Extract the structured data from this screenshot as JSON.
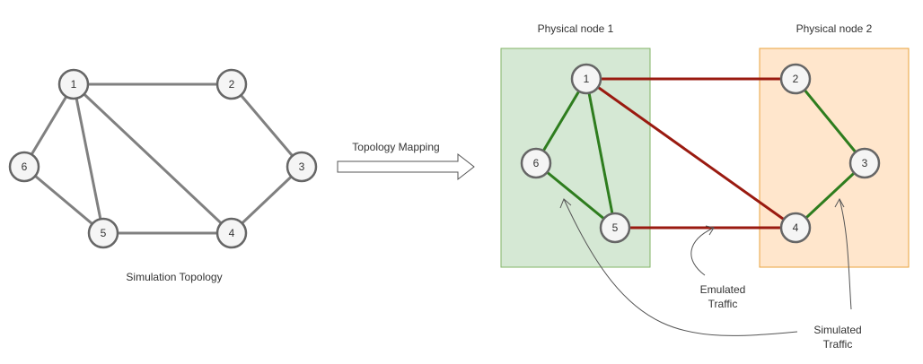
{
  "left_topology": {
    "caption": "Simulation Topology",
    "nodes": [
      {
        "id": "1",
        "label": "1"
      },
      {
        "id": "2",
        "label": "2"
      },
      {
        "id": "3",
        "label": "3"
      },
      {
        "id": "4",
        "label": "4"
      },
      {
        "id": "5",
        "label": "5"
      },
      {
        "id": "6",
        "label": "6"
      }
    ],
    "edges": [
      [
        "1",
        "2"
      ],
      [
        "2",
        "3"
      ],
      [
        "3",
        "4"
      ],
      [
        "4",
        "5"
      ],
      [
        "5",
        "6"
      ],
      [
        "6",
        "1"
      ],
      [
        "1",
        "5"
      ],
      [
        "1",
        "4"
      ]
    ]
  },
  "mapping_arrow": {
    "label": "Topology Mapping"
  },
  "physical_nodes": [
    {
      "title": "Physical node 1",
      "fill": "#d5e8d4",
      "stroke": "#82b366"
    },
    {
      "title": "Physical node 2",
      "fill": "#ffe6cc",
      "stroke": "#e8a33d"
    }
  ],
  "right_topology": {
    "nodes": [
      {
        "id": "1",
        "label": "1"
      },
      {
        "id": "2",
        "label": "2"
      },
      {
        "id": "3",
        "label": "3"
      },
      {
        "id": "4",
        "label": "4"
      },
      {
        "id": "5",
        "label": "5"
      },
      {
        "id": "6",
        "label": "6"
      }
    ],
    "simulated_edges": [
      [
        "1",
        "6"
      ],
      [
        "1",
        "5"
      ],
      [
        "6",
        "5"
      ],
      [
        "2",
        "3"
      ],
      [
        "3",
        "4"
      ]
    ],
    "emulated_edges": [
      [
        "1",
        "2"
      ],
      [
        "1",
        "4"
      ],
      [
        "5",
        "4"
      ]
    ]
  },
  "annotations": {
    "emulated": {
      "line1": "Emulated",
      "line2": "Traffic"
    },
    "simulated": {
      "line1": "Simulated",
      "line2": "Traffic"
    }
  },
  "colors": {
    "node_fill": "#f5f5f5",
    "node_stroke": "#666666",
    "left_edge": "#808080",
    "simulated_link": "#2e7d1e",
    "emulated_link": "#9a1a10",
    "arrow_stroke": "#555555"
  }
}
